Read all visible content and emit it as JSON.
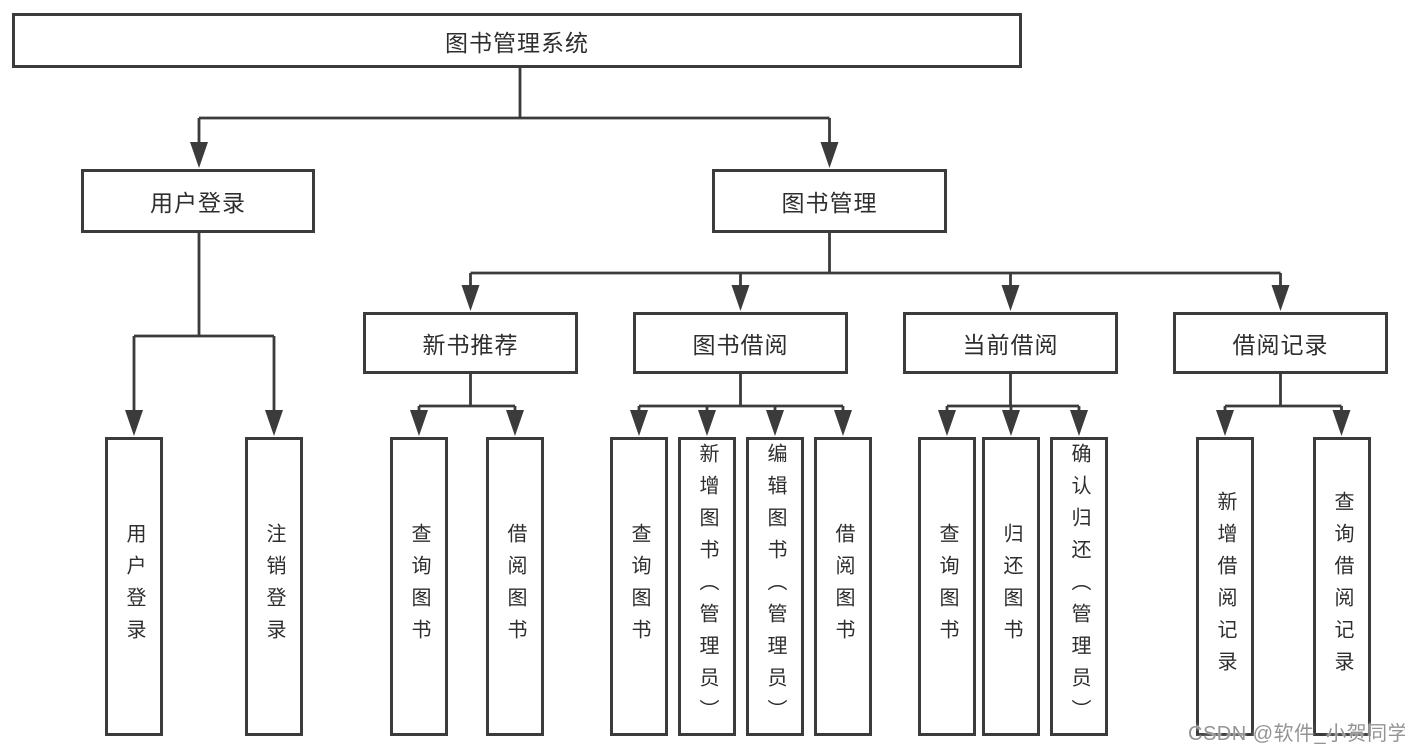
{
  "diagram": {
    "root": {
      "label": "图书管理系统"
    },
    "branches": [
      {
        "label": "用户登录",
        "children": [
          {
            "label": "用户登录"
          },
          {
            "label": "注销登录"
          }
        ]
      },
      {
        "label": "图书管理",
        "children": [
          {
            "label": "新书推荐",
            "children": [
              {
                "label": "查询图书"
              },
              {
                "label": "借阅图书"
              }
            ]
          },
          {
            "label": "图书借阅",
            "children": [
              {
                "label": "查询图书"
              },
              {
                "label": "新增图书（管理员）"
              },
              {
                "label": "编辑图书（管理员）"
              },
              {
                "label": "借阅图书"
              }
            ]
          },
          {
            "label": "当前借阅",
            "children": [
              {
                "label": "查询图书"
              },
              {
                "label": "归还图书"
              },
              {
                "label": "确认归还（管理员）"
              }
            ]
          },
          {
            "label": "借阅记录",
            "children": [
              {
                "label": "新增借阅记录"
              },
              {
                "label": "查询借阅记录"
              }
            ]
          }
        ]
      }
    ]
  },
  "watermark": {
    "text": "CSDN @软件_小贺同学"
  },
  "colors": {
    "line": "#3b3b3b",
    "box_border": "#3b3b3b",
    "box_fill": "#ffffff",
    "text": "#2e2e2e",
    "watermark": "#949494",
    "background": "#ffffff"
  }
}
